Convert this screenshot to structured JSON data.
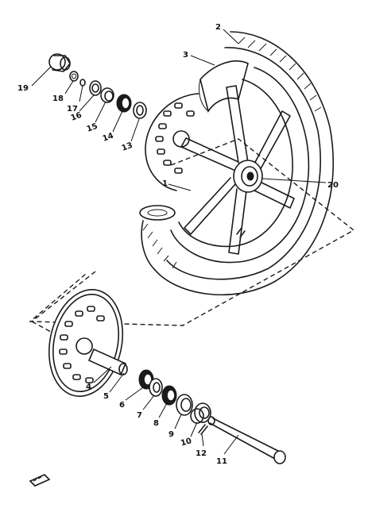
{
  "diagram": {
    "callouts": {
      "c1": "1",
      "c2": "2",
      "c3": "3",
      "c4": "4",
      "c5": "5",
      "c6": "6",
      "c7": "7",
      "c8": "8",
      "c9": "9",
      "c10": "10",
      "c11": "11",
      "c12": "12",
      "c13": "13",
      "c14": "14",
      "c15": "15",
      "c16": "16",
      "c17": "17",
      "c18": "18",
      "c19": "19",
      "c20": "20"
    },
    "icons": {
      "front_indicator": "front-arrow-icon"
    }
  }
}
